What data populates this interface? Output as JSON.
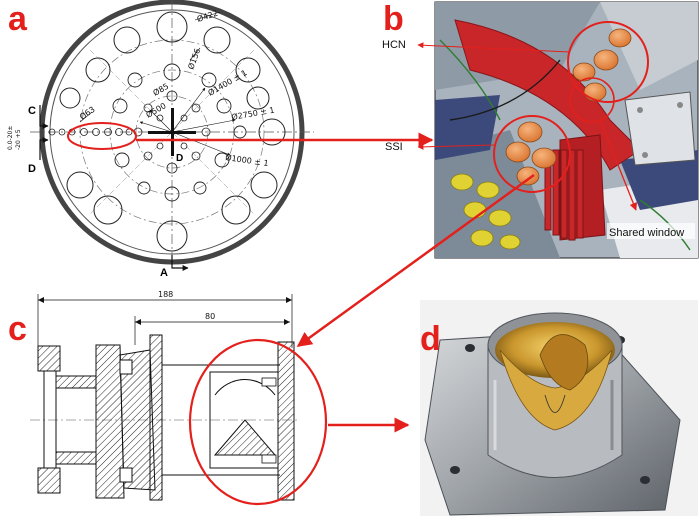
{
  "panels": {
    "a": {
      "letter": "a"
    },
    "b": {
      "letter": "b"
    },
    "c": {
      "letter": "c"
    },
    "d": {
      "letter": "d"
    }
  },
  "panel_a": {
    "dimensions": {
      "d422": "Ø422",
      "d156": "Ø156",
      "d85": "Ø85",
      "d500": "Ø500",
      "d1400": "Ø1400 ± 1",
      "d2750": "Ø2750 ± 1",
      "d1000": "Ø1000 ± 1",
      "d63": "Ø63"
    },
    "section_labels": {
      "c": "C",
      "d_left": "D",
      "d_center": "D",
      "a": "A"
    }
  },
  "panel_b": {
    "labels": {
      "hcn": "HCN",
      "ssi": "SSI",
      "shared_window": "Shared window"
    }
  },
  "panel_c": {
    "dimensions": {
      "overall": "188",
      "inner": "80"
    }
  },
  "colors": {
    "accent_red": "#e3201b",
    "orange_mirror": "#e8904f",
    "red_structure": "#c9262a",
    "yellow_disc": "#e0d233",
    "steel_blue": "#3b4a7a",
    "gold_mirror": "#c9962d"
  }
}
